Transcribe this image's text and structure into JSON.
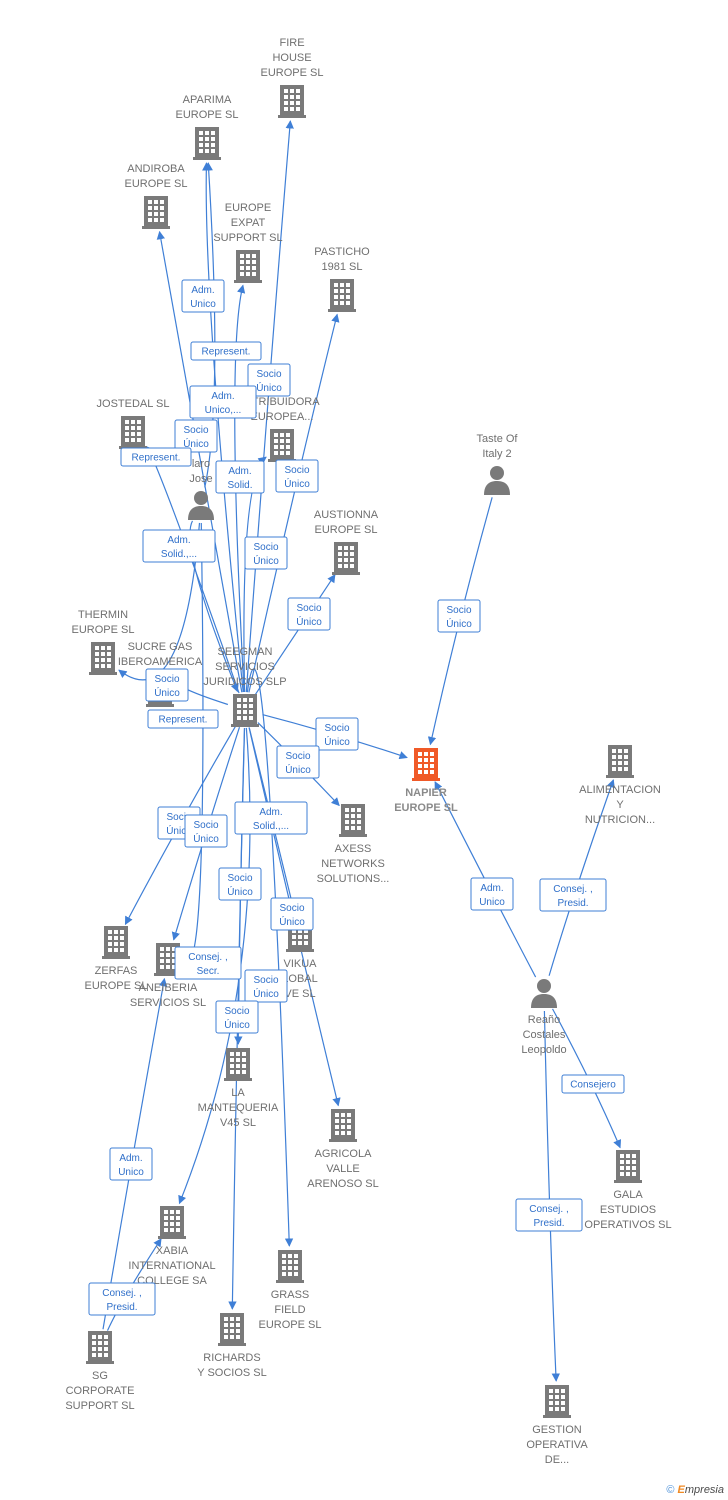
{
  "colors": {
    "company": "#7a7a7a",
    "focus": "#f05a28",
    "person": "#7a7a7a",
    "edge": "#3f7fd6"
  },
  "nodes": [
    {
      "id": "fire_house",
      "type": "company",
      "lines": [
        "FIRE",
        "HOUSE",
        "EUROPE  SL"
      ]
    },
    {
      "id": "aparima",
      "type": "company",
      "lines": [
        "APARIMA",
        "EUROPE  SL"
      ]
    },
    {
      "id": "andiroba",
      "type": "company",
      "lines": [
        "ANDIROBA",
        "EUROPE  SL"
      ]
    },
    {
      "id": "europe_expat",
      "type": "company",
      "lines": [
        "EUROPE",
        "EXPAT",
        "SUPPORT  SL"
      ]
    },
    {
      "id": "pasticho",
      "type": "company",
      "lines": [
        "PASTICHO",
        "1981  SL"
      ]
    },
    {
      "id": "distribuidora",
      "type": "company",
      "lines": [
        "A",
        "STRIBUIDORA",
        "EUROPEA..."
      ]
    },
    {
      "id": "jostedal",
      "type": "company",
      "lines": [
        "JOSTEDAL  SL"
      ]
    },
    {
      "id": "person_jose",
      "type": "person",
      "lines": [
        "B    on",
        "   laro",
        "Jose"
      ]
    },
    {
      "id": "taste_of_italy",
      "type": "person",
      "lines": [
        "Taste Of",
        "Italy 2"
      ]
    },
    {
      "id": "austionna",
      "type": "company",
      "lines": [
        "AUSTIONNA",
        "EUROPE  SL"
      ]
    },
    {
      "id": "thermin",
      "type": "company",
      "lines": [
        "THERMIN",
        "EUROPE  SL"
      ]
    },
    {
      "id": "sucre_gas",
      "type": "company",
      "lines": [
        "SUCRE GAS",
        "IBEROAMERICA"
      ]
    },
    {
      "id": "seegman",
      "type": "company",
      "lines": [
        "SEEGMAN",
        "SERVICIOS",
        "JURIDICOS  SLP"
      ]
    },
    {
      "id": "napier",
      "type": "focus",
      "lines": [
        "NAPIER",
        "EUROPE  SL"
      ]
    },
    {
      "id": "alimentacion",
      "type": "company",
      "lines": [
        "ALIMENTACION",
        "Y",
        "NUTRICION..."
      ]
    },
    {
      "id": "axess",
      "type": "company",
      "lines": [
        "AXESS",
        "NETWORKS",
        "SOLUTIONS..."
      ]
    },
    {
      "id": "zerfas",
      "type": "company",
      "lines": [
        "ZERFAS",
        "EUROPE  SL"
      ]
    },
    {
      "id": "aneiberia",
      "type": "company",
      "lines": [
        "ANEIBERIA",
        "SERVICIOS  SL"
      ]
    },
    {
      "id": "vikua",
      "type": "company",
      "lines": [
        "VIKUA",
        "LOBAL",
        "VE  SL"
      ]
    },
    {
      "id": "reano",
      "type": "person",
      "lines": [
        "Reaño",
        "Costales",
        "Leopoldo"
      ]
    },
    {
      "id": "la_mantequeria",
      "type": "company",
      "lines": [
        "LA",
        "MANTEQUERIA",
        "V45  SL"
      ]
    },
    {
      "id": "agricola",
      "type": "company",
      "lines": [
        "AGRICOLA",
        "VALLE",
        "ARENOSO  SL"
      ]
    },
    {
      "id": "gala",
      "type": "company",
      "lines": [
        "GALA",
        "ESTUDIOS",
        "OPERATIVOS SL"
      ]
    },
    {
      "id": "xabia",
      "type": "company",
      "lines": [
        "XABIA",
        "INTERNATIONAL",
        "COLLEGE SA"
      ]
    },
    {
      "id": "grass_field",
      "type": "company",
      "lines": [
        "GRASS",
        "FIELD",
        "EUROPE  SL"
      ]
    },
    {
      "id": "sg_corporate",
      "type": "company",
      "lines": [
        "SG",
        "CORPORATE",
        "SUPPORT  SL"
      ]
    },
    {
      "id": "richards",
      "type": "company",
      "lines": [
        "RICHARDS",
        "Y SOCIOS  SL"
      ]
    },
    {
      "id": "gestion",
      "type": "company",
      "lines": [
        "GESTION",
        "OPERATIVA",
        "DE..."
      ]
    }
  ],
  "edges": [
    {
      "from": "seegman",
      "to": "fire_house",
      "label": [
        "Socio",
        "Único"
      ]
    },
    {
      "from": "seegman",
      "to": "aparima",
      "label": [
        "Adm.",
        "Unico"
      ]
    },
    {
      "from": "seegman",
      "to": "andiroba",
      "label": [
        "Socio",
        "Único"
      ]
    },
    {
      "from": "seegman",
      "to": "europe_expat",
      "label": [
        "Represent."
      ]
    },
    {
      "from": "seegman",
      "to": "pasticho",
      "label": [
        "Socio",
        "Único"
      ]
    },
    {
      "from": "seegman",
      "to": "distribuidora",
      "label": [
        "Adm.",
        "Solid."
      ]
    },
    {
      "from": "seegman",
      "to": "jostedal",
      "label": [
        "Represent."
      ]
    },
    {
      "from": "seegman",
      "to": "austionna",
      "label": [
        "Socio",
        "Único"
      ]
    },
    {
      "from": "seegman",
      "to": "sucre_gas",
      "label": [
        "Socio",
        "Único"
      ]
    },
    {
      "from": "seegman",
      "to": "napier",
      "label": [
        "Socio",
        "Único"
      ]
    },
    {
      "from": "seegman",
      "to": "axess",
      "label": [
        "Socio",
        "Único"
      ]
    },
    {
      "from": "seegman",
      "to": "zerfas",
      "label": [
        "Socio",
        "Único"
      ]
    },
    {
      "from": "seegman",
      "to": "aneiberia",
      "label": [
        "Socio",
        "Único"
      ]
    },
    {
      "from": "seegman",
      "to": "vikua",
      "label": [
        "Adm.",
        "Solid.,..."
      ]
    },
    {
      "from": "seegman",
      "to": "la_mantequeria",
      "label": [
        "Socio",
        "Único"
      ]
    },
    {
      "from": "seegman",
      "to": "agricola",
      "label": [
        "Socio",
        "Único"
      ]
    },
    {
      "from": "seegman",
      "to": "xabia",
      "label": [
        "Socio",
        "Único"
      ]
    },
    {
      "from": "seegman",
      "to": "grass_field",
      "label": [
        "Socio",
        "Único"
      ]
    },
    {
      "from": "seegman",
      "to": "richards",
      "label": [
        "Socio",
        "Único"
      ]
    },
    {
      "from": "person_jose",
      "to": "seegman",
      "label": [
        "Adm.",
        "Solid.,..."
      ]
    },
    {
      "from": "person_jose",
      "to": "aparima",
      "label": [
        "Adm.",
        "Unico,..."
      ]
    },
    {
      "from": "person_jose",
      "to": "thermin",
      "label": [
        "Represent."
      ]
    },
    {
      "from": "person_jose",
      "to": "aneiberia",
      "label": [
        "Consej. ,",
        "Secr."
      ]
    },
    {
      "from": "taste_of_italy",
      "to": "napier",
      "label": [
        "Socio",
        "Único"
      ]
    },
    {
      "from": "reano",
      "to": "napier",
      "label": [
        "Adm.",
        "Unico"
      ]
    },
    {
      "from": "reano",
      "to": "alimentacion",
      "label": [
        "Consej. ,",
        "Presid."
      ]
    },
    {
      "from": "reano",
      "to": "gala",
      "label": [
        "Consejero"
      ]
    },
    {
      "from": "reano",
      "to": "gestion",
      "label": [
        "Consej. ,",
        "Presid."
      ]
    },
    {
      "from": "sg_corporate",
      "to": "aneiberia",
      "label": [
        "Adm.",
        "Unico"
      ]
    },
    {
      "from": "sg_corporate",
      "to": "xabia",
      "label": [
        "Consej. ,",
        "Presid."
      ]
    }
  ],
  "footer": {
    "copyright": "©",
    "brand_e": "E",
    "brand_rest": "mpresia"
  }
}
